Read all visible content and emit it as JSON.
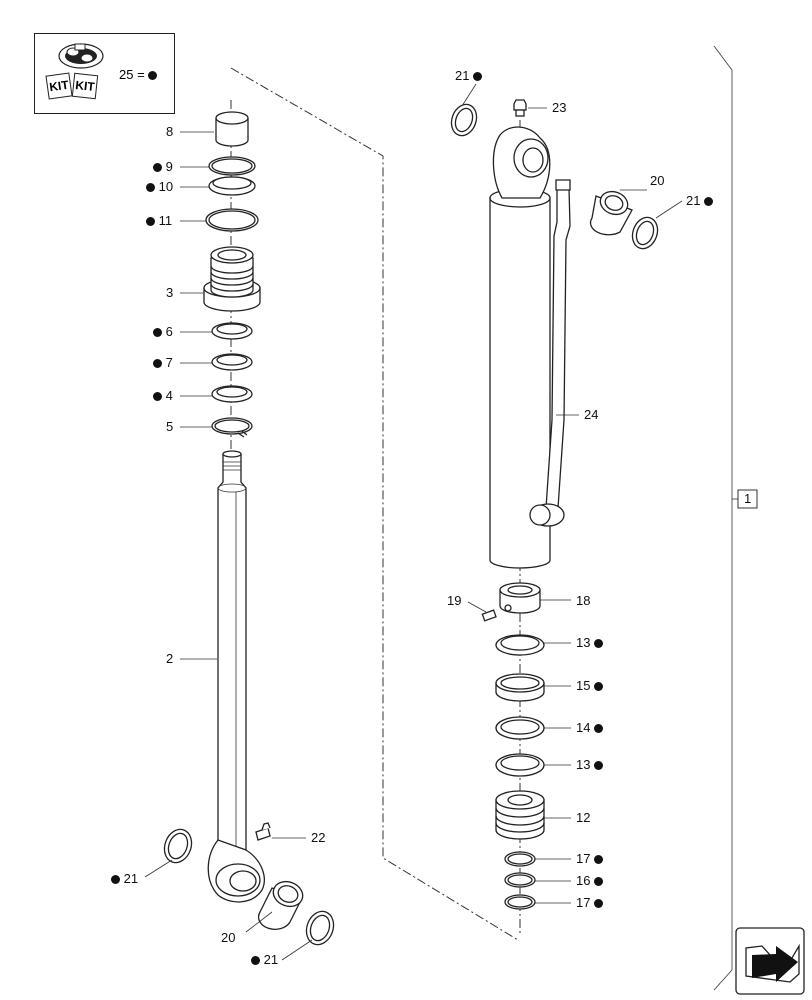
{
  "kit_box": {
    "kit_word_left": "KIT",
    "kit_word_right": "KIT",
    "kit_ref": "25 ="
  },
  "labels": {
    "n1": "1",
    "n2": "2",
    "n3": "3",
    "n4": "4",
    "n5": "5",
    "n6": "6",
    "n7": "7",
    "n8": "8",
    "n9": "9",
    "n10": "10",
    "n11": "11",
    "n12": "12",
    "n13a": "13",
    "n13b": "13",
    "n14": "14",
    "n15": "15",
    "n16": "16",
    "n17a": "17",
    "n17b": "17",
    "n18": "18",
    "n19": "19",
    "n20a": "20",
    "n20b": "20",
    "n21a": "21",
    "n21b": "21",
    "n21c": "21",
    "n21d": "21",
    "n22": "22",
    "n23": "23",
    "n24": "24"
  },
  "nav_icon": "next-page-arrow-icon"
}
